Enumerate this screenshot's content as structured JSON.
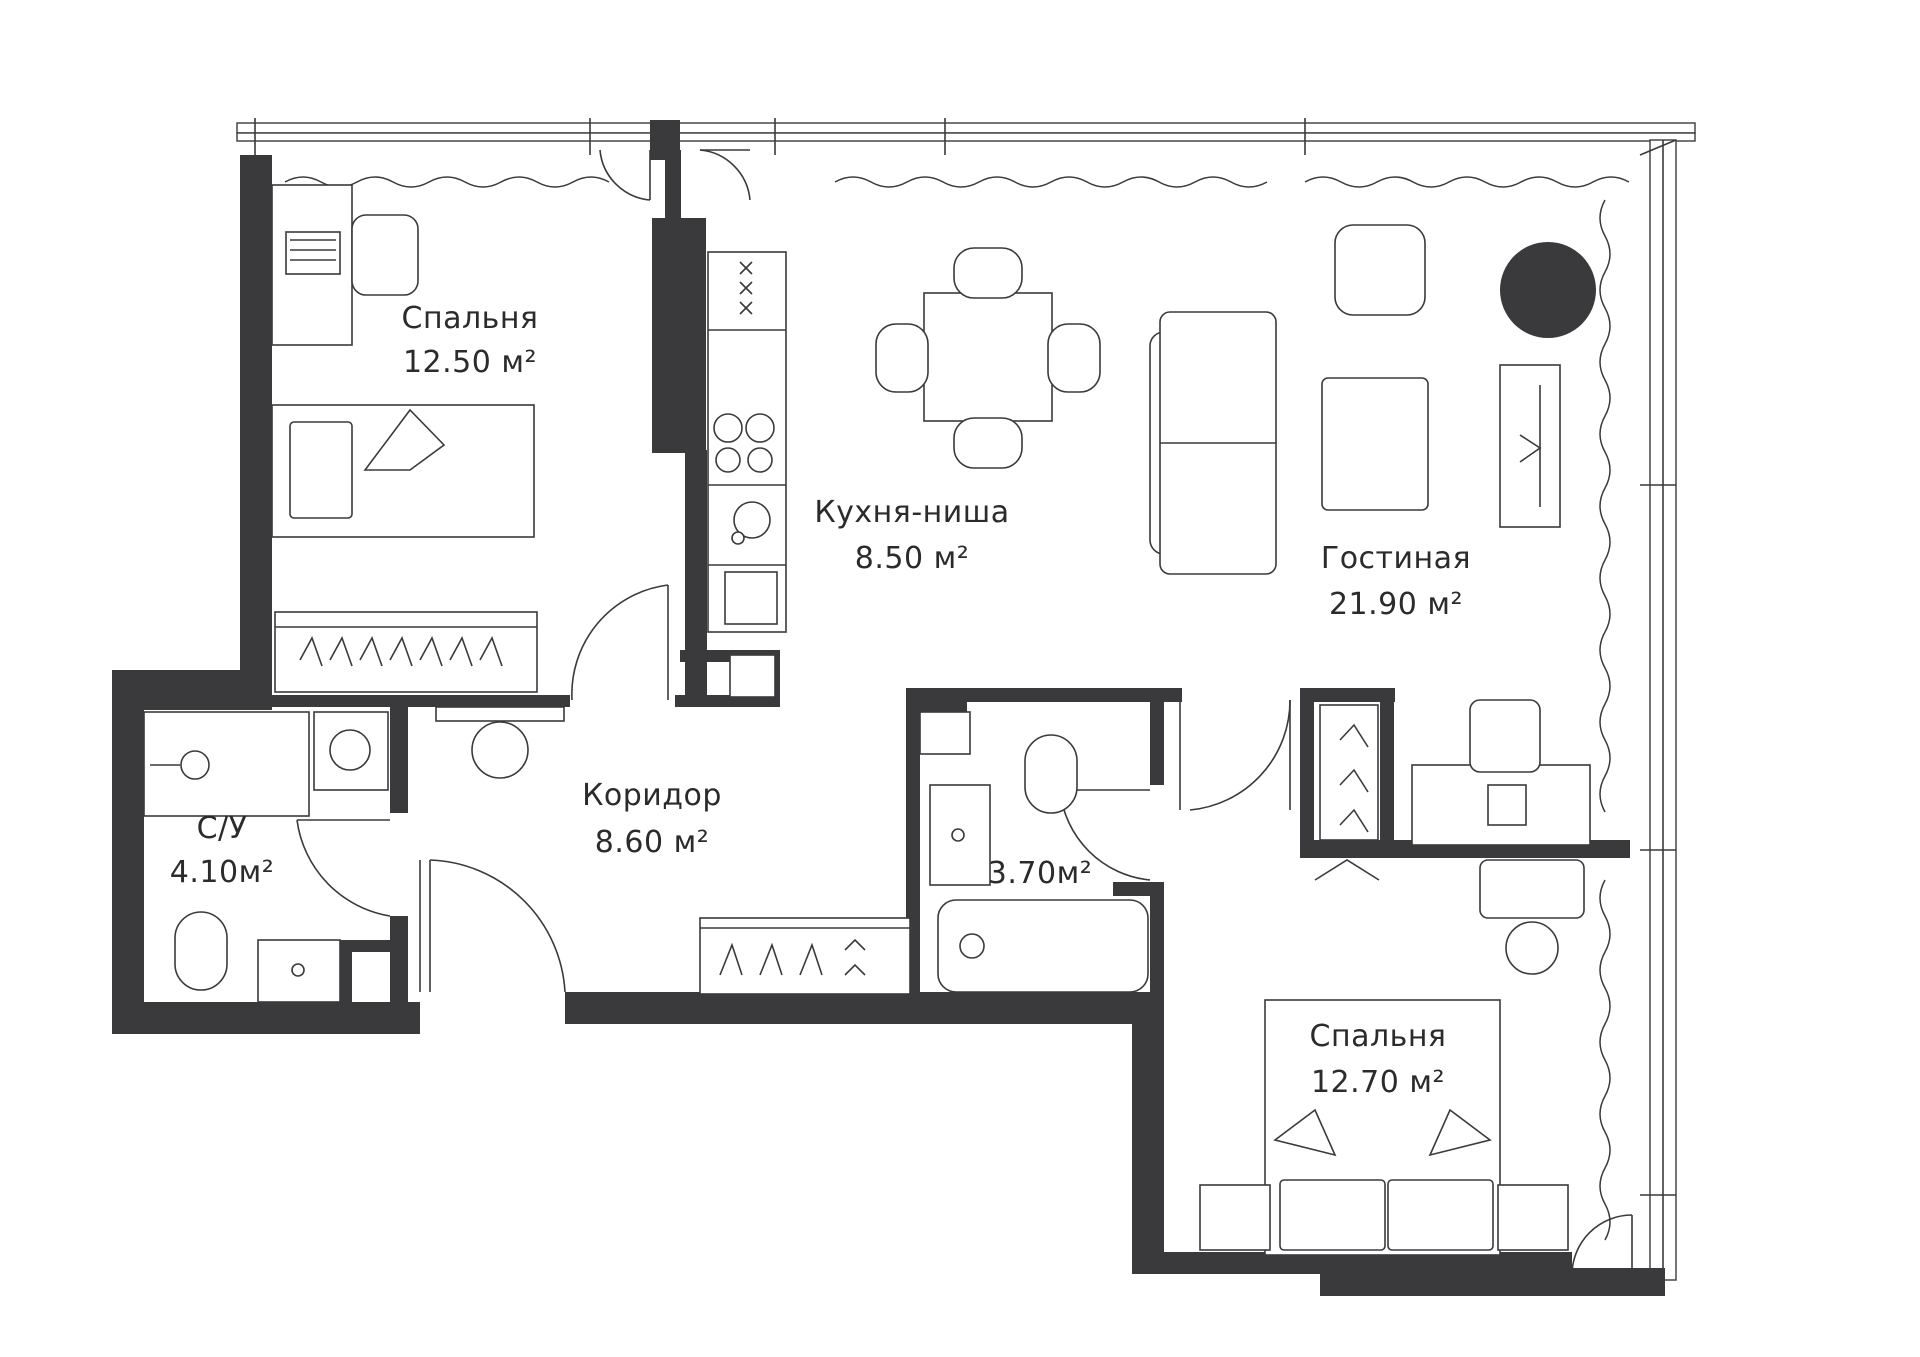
{
  "plan": {
    "wall_color": "#3a3a3c",
    "line_color": "#3a3a3c",
    "background": "#ffffff",
    "rooms": [
      {
        "id": "bedroom-1",
        "name": "Спальня",
        "area": "12.50 м²"
      },
      {
        "id": "kitchen",
        "name": "Кухня-ниша",
        "area": "8.50 м²"
      },
      {
        "id": "living",
        "name": "Гостиная",
        "area": "21.90 м²"
      },
      {
        "id": "corridor",
        "name": "Коридор",
        "area": "8.60 м²"
      },
      {
        "id": "wc-1",
        "name": "С/У",
        "area": "4.10м²"
      },
      {
        "id": "wc-2",
        "name": "",
        "area": "3.70м²"
      },
      {
        "id": "bedroom-2",
        "name": "Спальня",
        "area": "12.70 м²"
      }
    ]
  }
}
